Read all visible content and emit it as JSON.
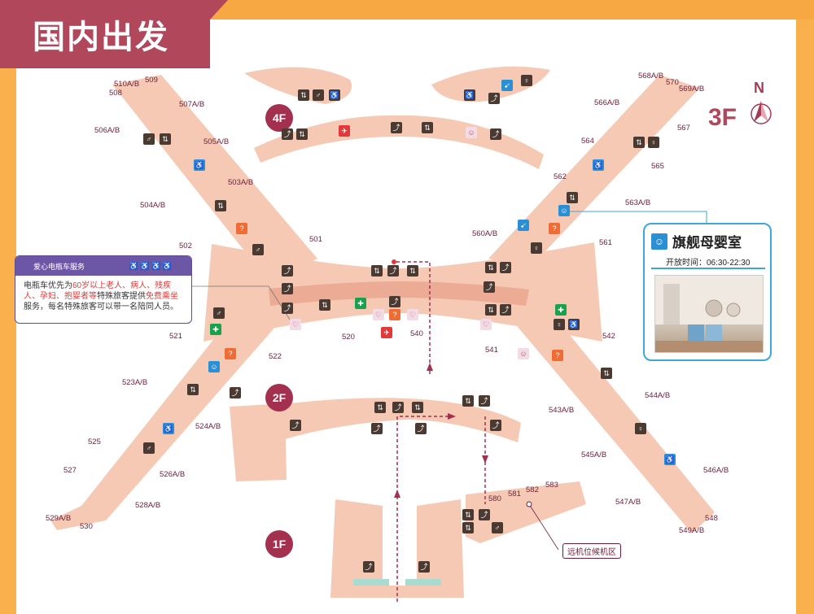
{
  "title": "国内出发",
  "level": "3F",
  "compass": "N",
  "floors": {
    "f4": "4F",
    "f2": "2F",
    "f1": "1F"
  },
  "gates": {
    "g510ab": "510A/B",
    "g509": "509",
    "g508": "508",
    "g507ab": "507A/B",
    "g506ab": "506A/B",
    "g505ab": "505A/B",
    "g503ab": "503A/B",
    "g504ab": "504A/B",
    "g502": "502",
    "g501": "501",
    "g521": "521",
    "g520": "520",
    "g522": "522",
    "g540": "540",
    "g541": "541",
    "g523ab": "523A/B",
    "g524ab": "524A/B",
    "g525": "525",
    "g526ab": "526A/B",
    "g527": "527",
    "g528ab": "528A/B",
    "g529ab": "529A/B",
    "g530": "530",
    "g568ab": "568A/B",
    "g570": "570",
    "g569ab": "569A/B",
    "g566ab": "566A/B",
    "g567": "567",
    "g564": "564",
    "g565": "565",
    "g562": "562",
    "g563ab": "563A/B",
    "g560ab": "560A/B",
    "g561": "561",
    "g542": "542",
    "g544ab": "544A/B",
    "g543ab": "543A/B",
    "g545ab": "545A/B",
    "g546ab": "546A/B",
    "g547ab": "547A/B",
    "g548": "548",
    "g549ab": "549A/B",
    "g580": "580",
    "g581": "581",
    "g582": "582",
    "g583": "583"
  },
  "nursery": {
    "title": "旗舰母婴室",
    "hours": "开放时间：06:30-22:30"
  },
  "service": {
    "title": "爱心电瓶车服务",
    "line1": "电瓶车优先为",
    "hl1": "60岁以上老人、病人、残疾人、孕妇、抱婴者等",
    "line2": "特殊旅客提供",
    "hl2": "免费乘坐",
    "line3": "服务，每名特殊旅客可以带一名陪同人员。"
  },
  "remote_label": "远机位候机区",
  "colors": {
    "building": "#f6c9b4",
    "building_dark": "#ebab94",
    "accent": "#b0475b",
    "route": "#a4304f"
  }
}
